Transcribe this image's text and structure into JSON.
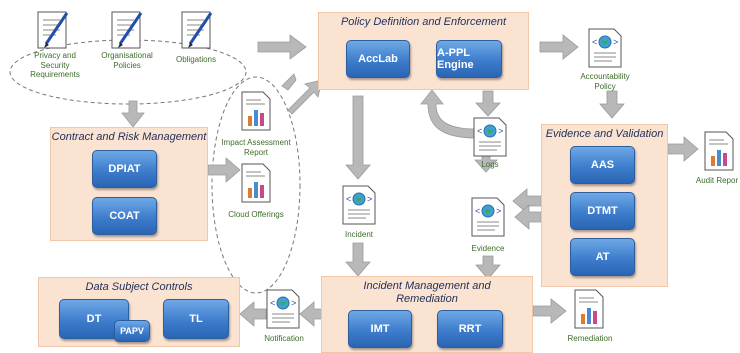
{
  "inputs": {
    "privacy": "Privacy and\nSecurity\nRequirements",
    "organisational": "Organisational\nPolicies",
    "obligations": "Obligations"
  },
  "panels": {
    "policy": {
      "title": "Policy Definition and Enforcement",
      "buttons": [
        "AccLab",
        "A-PPL Engine"
      ]
    },
    "contract": {
      "title": "Contract and Risk Management",
      "buttons": [
        "DPIAT",
        "COAT"
      ]
    },
    "evidence": {
      "title": "Evidence and Validation",
      "buttons": [
        "AAS",
        "DTMT",
        "AT"
      ]
    },
    "incident": {
      "title": "Incident Management and\nRemediation",
      "buttons": [
        "IMT",
        "RRT"
      ]
    },
    "datasubject": {
      "title": "Data Subject Controls",
      "buttons": [
        "DT",
        "PAPV",
        "TL"
      ]
    }
  },
  "documents": {
    "impact": "Impact Assessment\nReport",
    "cloud": "Cloud Offerings",
    "accountability": "Accountability\nPolicy",
    "logs": "Logs",
    "evidence": "Evidence",
    "incident": "Incident",
    "audit": "Audit Repor",
    "remediation": "Remediation",
    "notification": "Notification"
  },
  "colors": {
    "panel": "#fbe3d2",
    "button": "#3d7dcc",
    "label": "#3d6d2a",
    "arrow": "#b5b5b5"
  }
}
